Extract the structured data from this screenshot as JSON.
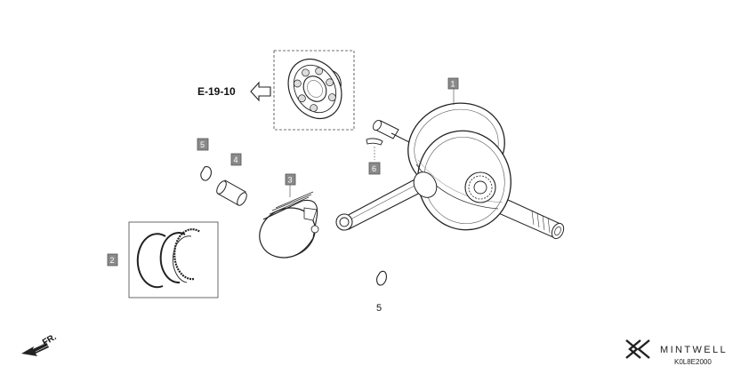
{
  "reference": {
    "label": "E-19-10",
    "icon": "hollow-arrow-left-icon"
  },
  "callouts": {
    "crankshaft": "1",
    "piston_rings": "2",
    "piston": "3",
    "piston_pin": "4",
    "pin_clip_upper": "5",
    "pin_clip_lower": "5",
    "key": "6"
  },
  "direction": {
    "label": "FR."
  },
  "footer": {
    "brand": "MINTWELL",
    "code": "K0L8E2000"
  }
}
